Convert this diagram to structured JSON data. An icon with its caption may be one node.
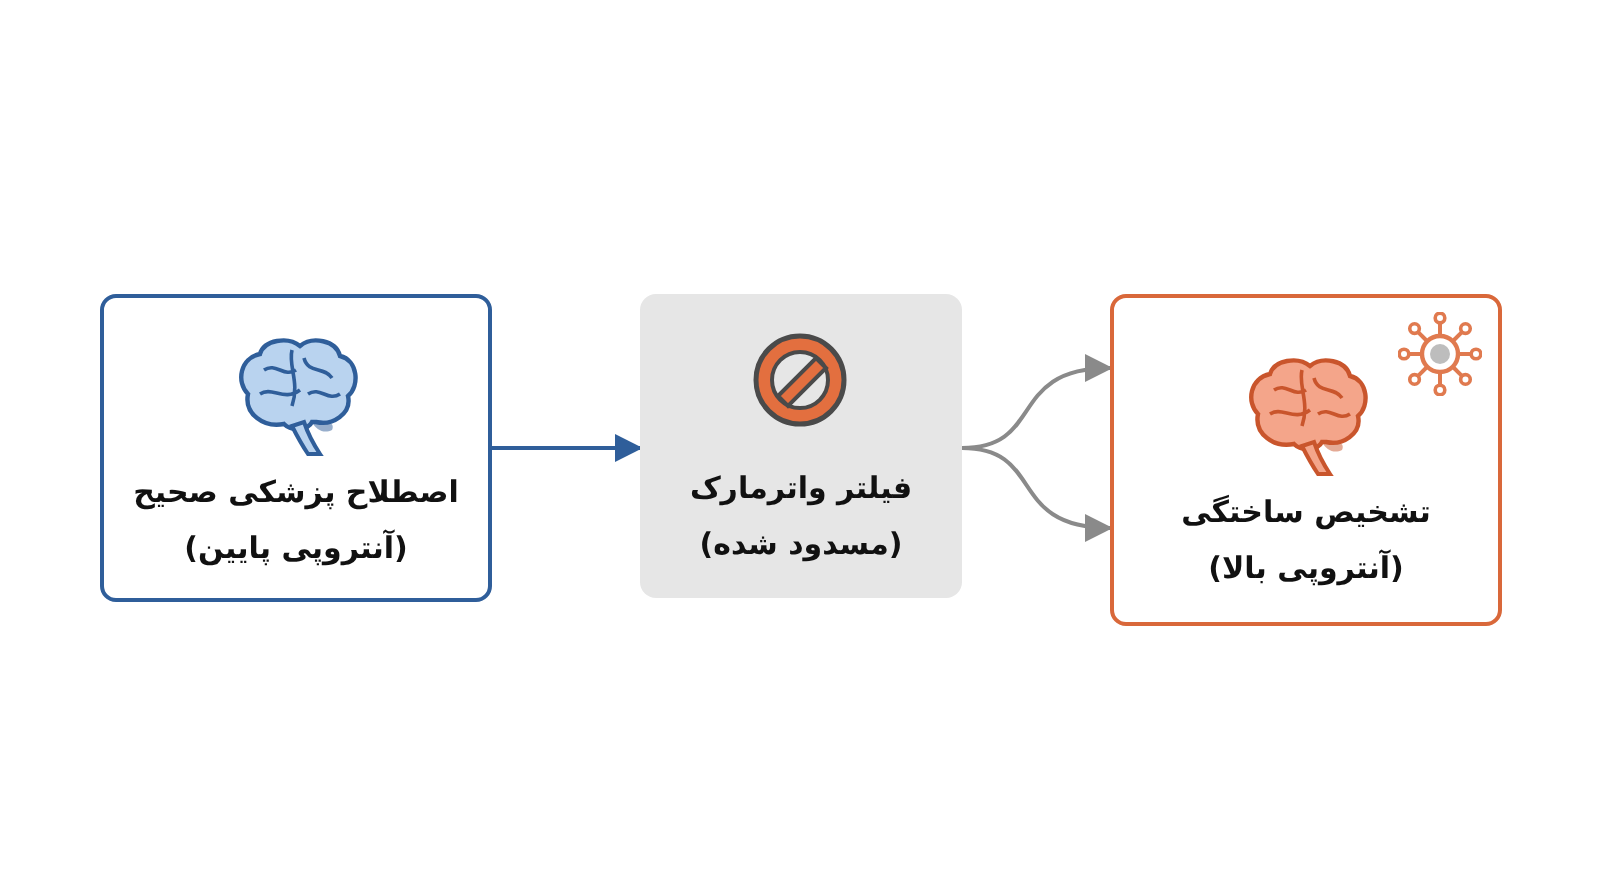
{
  "diagram": {
    "nodes": [
      {
        "text": [
          "اصطلاح پزشکی صحیح (آنتروپی پایین)"
        ]
      },
      {
        "text": [
          "فیلتر واترمارک (مسدود شده)"
        ]
      },
      {
        "text": [
          "تشخیص ساختگی (آنتروپی بالا)"
        ]
      }
    ],
    "edges": [
      {
        "from": 0,
        "to": 1,
        "arrow": "to",
        "color": "#2f5e9a"
      },
      {
        "from": 1,
        "to": 2,
        "arrow": "to",
        "color": "#8a8a8a"
      },
      {
        "from": 1,
        "to": 2,
        "arrow": "to",
        "color": "#8a8a8a"
      }
    ]
  }
}
